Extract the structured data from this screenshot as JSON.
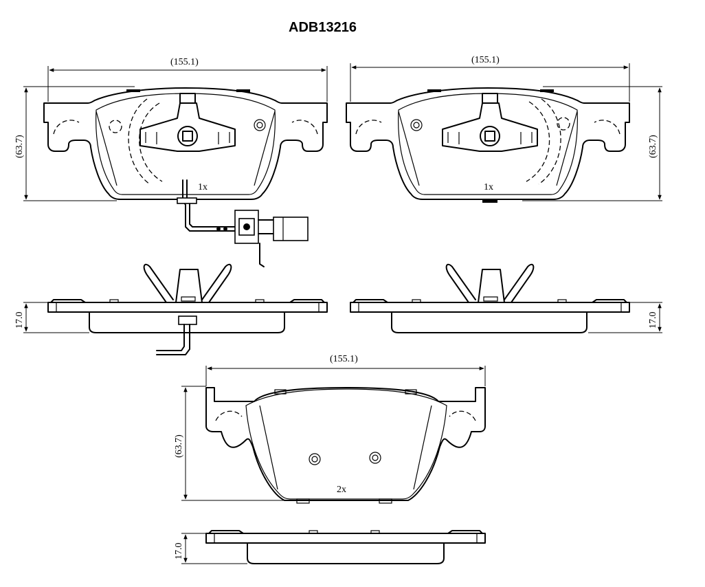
{
  "title": "ADB13216",
  "views": {
    "top_left": {
      "width_label": "(155.1)",
      "height_label": "(63.7)",
      "quantity_label": "1x",
      "thickness_label": "17.0"
    },
    "top_right": {
      "width_label": "(155.1)",
      "height_label": "(63.7)",
      "quantity_label": "1x",
      "thickness_label": "17.0"
    },
    "bottom": {
      "width_label": "(155.1)",
      "height_label": "(63.7)",
      "quantity_label": "2x",
      "thickness_label": "17.0"
    }
  }
}
